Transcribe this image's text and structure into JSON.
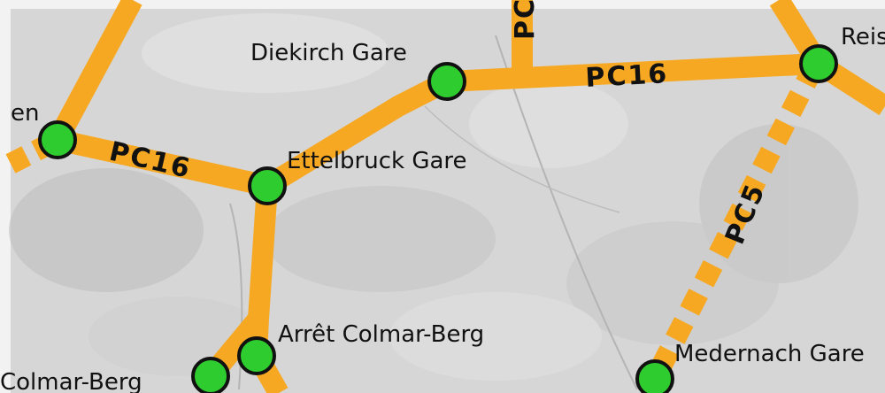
{
  "map": {
    "colors": {
      "route": "#f7a823",
      "station_fill": "#2ecc2e",
      "station_stroke": "#111111",
      "terrain": "#d9d9d9",
      "frame": "#f2f2f2"
    },
    "stations": [
      {
        "id": "diekirch",
        "label": "Diekirch Gare"
      },
      {
        "id": "ettelbruck",
        "label": "Ettelbruck Gare"
      },
      {
        "id": "reisdorf",
        "label": "Reis"
      },
      {
        "id": "west",
        "label": "en"
      },
      {
        "id": "arret-colmar",
        "label": "Arrêt Colmar-Berg"
      },
      {
        "id": "colmar",
        "label": "Colmar-Berg"
      },
      {
        "id": "medernach",
        "label": "Medernach Gare"
      }
    ],
    "routes": [
      {
        "id": "pc16-west",
        "label": "PC16"
      },
      {
        "id": "pc16-east",
        "label": "PC16"
      },
      {
        "id": "pc5",
        "label": "PC5"
      },
      {
        "id": "pc-top",
        "label": "PC"
      }
    ]
  }
}
